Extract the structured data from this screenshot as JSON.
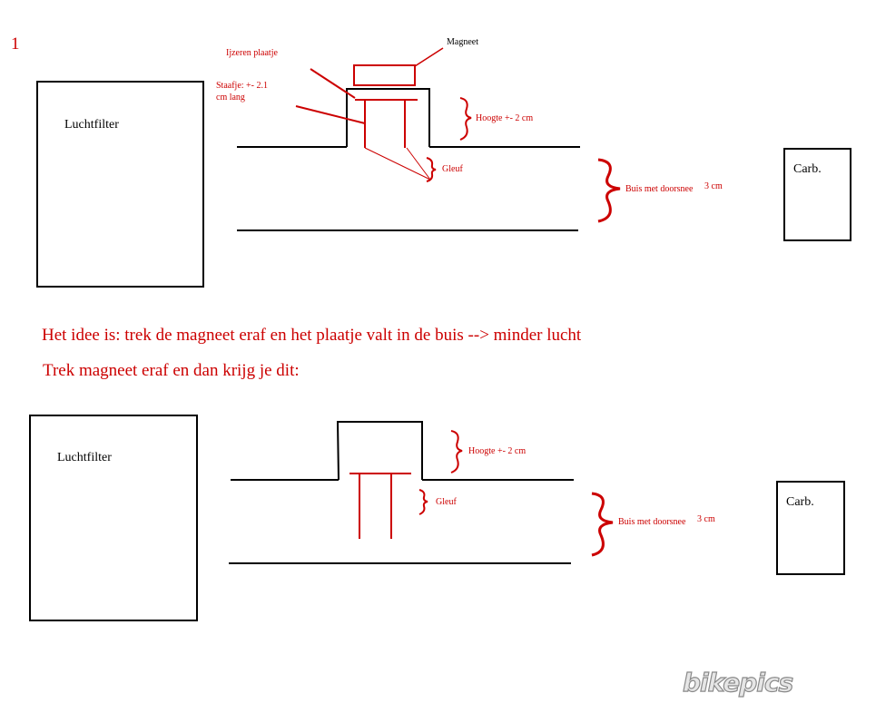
{
  "step_number": "1",
  "top": {
    "air_filter": "Luchtfilter",
    "carb": "Carb.",
    "labels": {
      "magnet": "Magneet",
      "iron_plate": "Ijzeren plaatje",
      "rod_line1": "Staafje: +- 2.1",
      "rod_line2": "cm lang",
      "height": "Hoogte +- 2 cm",
      "slot": "Gleuf",
      "tube": "Buis met doorsnee",
      "tube_size": "3 cm"
    }
  },
  "caption1": "Het idee is: trek de magneet eraf en het plaatje valt in de buis --> minder lucht",
  "caption2": "Trek magneet eraf en dan krijg je dit:",
  "bottom": {
    "air_filter": "Luchtfilter",
    "carb": "Carb.",
    "labels": {
      "height": "Hoogte +- 2 cm",
      "slot": "Gleuf",
      "tube": "Buis met doorsnee",
      "tube_size": "3 cm"
    }
  },
  "watermark": "bikepics",
  "colors": {
    "annotation": "#cc0000",
    "outline": "#000000",
    "background": "#ffffff"
  }
}
